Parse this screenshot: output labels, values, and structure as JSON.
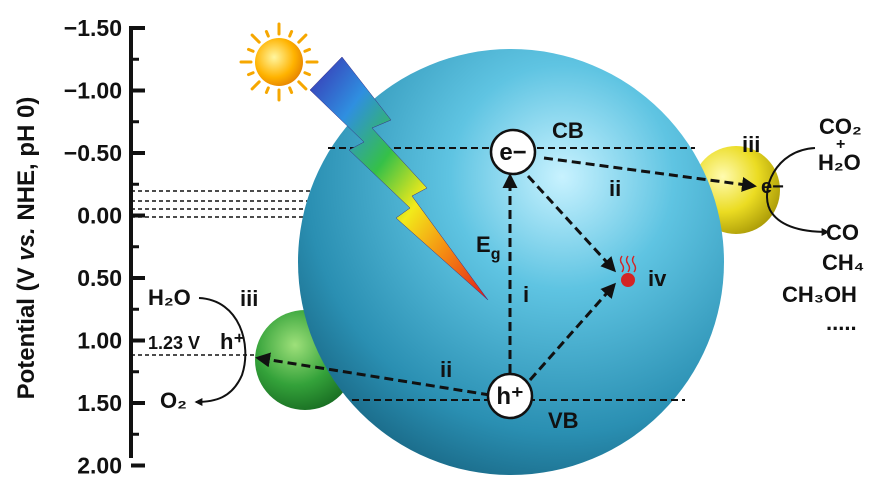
{
  "axis": {
    "label_parts": [
      "Potential (V ",
      "vs.",
      " NHE, pH 0)"
    ],
    "ticks": [
      {
        "value": -1.5,
        "label": "−1.50"
      },
      {
        "value": -1.0,
        "label": "−1.00"
      },
      {
        "value": -0.5,
        "label": "−0.50"
      },
      {
        "value": 0.0,
        "label": "0.00"
      },
      {
        "value": 0.5,
        "label": "0.50"
      },
      {
        "value": 1.0,
        "label": "1.00"
      },
      {
        "value": 1.5,
        "label": "1.50"
      },
      {
        "value": 2.0,
        "label": "2.00"
      }
    ]
  },
  "bands": {
    "cb": "CB",
    "vb": "VB"
  },
  "carriers": {
    "electron": "e−",
    "hole": "h+"
  },
  "bandgap": {
    "main": "E",
    "sub": "g"
  },
  "steps": {
    "i": "i",
    "ii_top": "ii",
    "ii_bottom": "ii",
    "iii_right": "iii",
    "iii_left": "iii",
    "iv": "iv"
  },
  "reduction": {
    "reactant_top": "CO2",
    "plus": "+",
    "reactant_bottom": "H2O",
    "electron": "e−",
    "products": [
      "CO",
      "CH4",
      "CH3OH",
      "....."
    ]
  },
  "oxidation": {
    "reactant": "H2O",
    "hole": "h+",
    "product": "O2",
    "water_potential": "1.23 V"
  },
  "colors": {
    "main_sphere": "#2f9bbd",
    "cocatalyst_right": "#e0d21a",
    "cocatalyst_left": "#2e9a3a",
    "heat_dot": "#d42424",
    "sun": "#f6a700"
  },
  "icons": {
    "sun": "sun-icon",
    "light": "rainbow-lightning-icon",
    "heat": "heat-icon"
  }
}
